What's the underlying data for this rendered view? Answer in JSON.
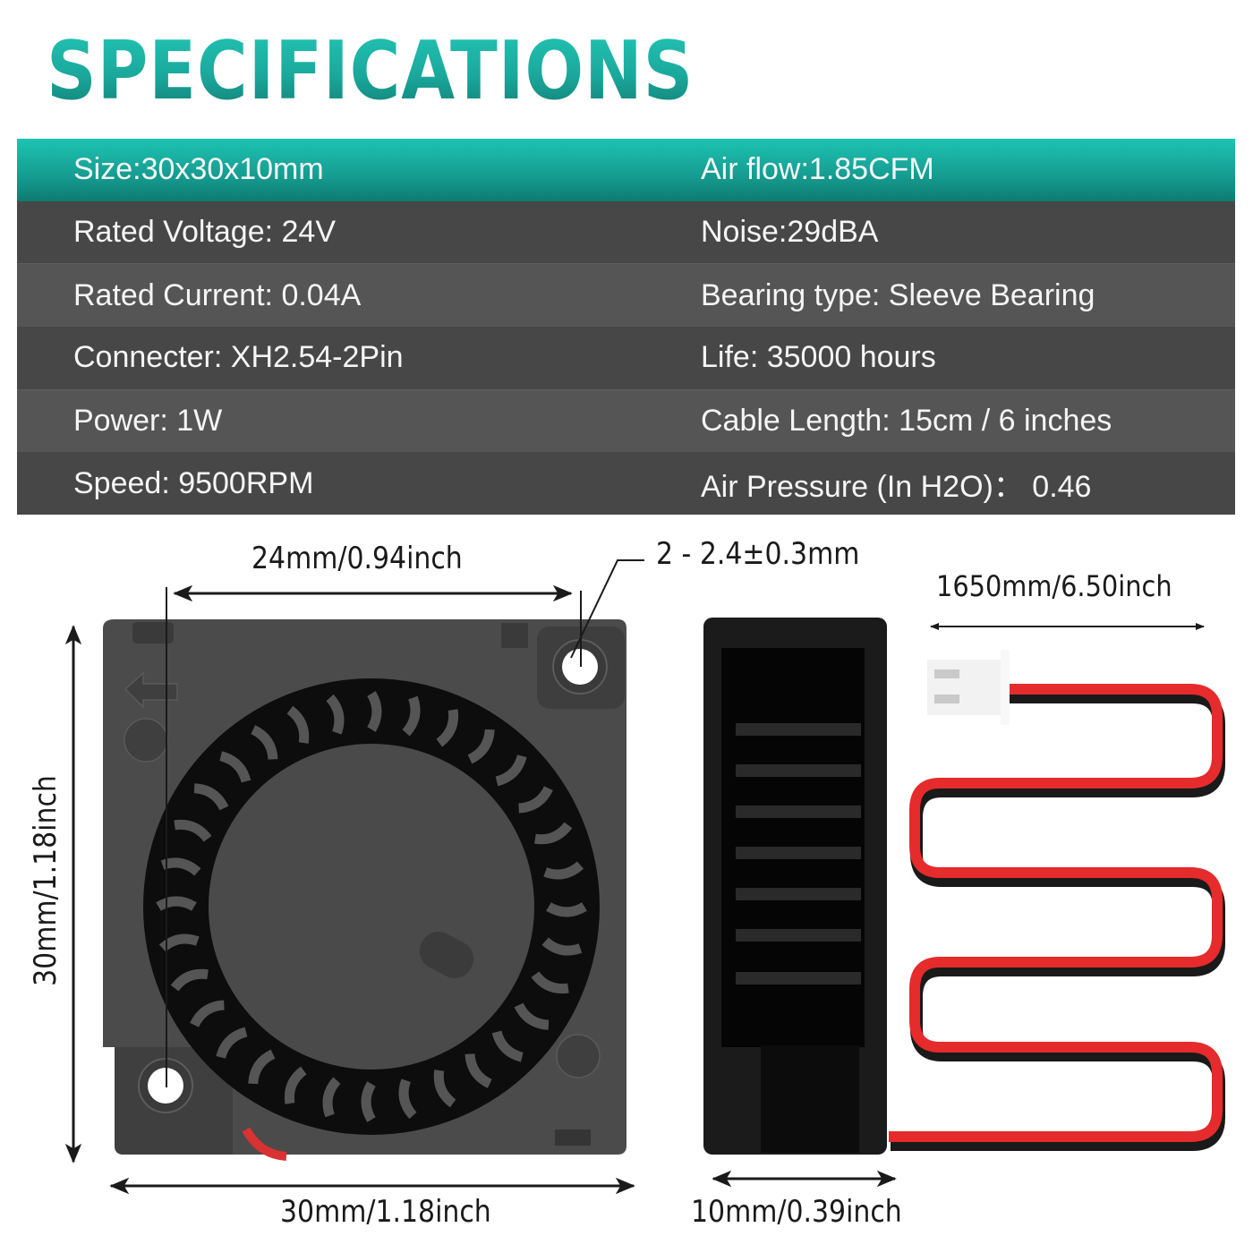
{
  "title": "SPECIFICATIONS",
  "colors": {
    "title_teal": "#1aa89b",
    "header_row_teal": "#159c90",
    "row_dark": "#474747",
    "row_light": "#555555",
    "text_light": "#f5f5f5",
    "fan_body": "#4a4a4a",
    "wire_red": "#e52b2b",
    "wire_black": "#1a1a1a"
  },
  "specs": {
    "rows": [
      {
        "left": "Size:30x30x10mm",
        "right": "Air flow:1.85CFM"
      },
      {
        "left": "Rated Voltage: 24V",
        "right": "Noise:29dBA"
      },
      {
        "left": "Rated Current: 0.04A",
        "right": "Bearing type: Sleeve Bearing"
      },
      {
        "left": "Connecter: XH2.54-2Pin",
        "right": "Life: 35000 hours"
      },
      {
        "left": "Power: 1W",
        "right": "Cable Length: 15cm / 6 inches"
      },
      {
        "left": "Speed: 9500RPM",
        "right": "Air Pressure (In H2O)： 0.46"
      }
    ]
  },
  "diagram": {
    "hole_spacing": "24mm/0.94inch",
    "hole_diameter": "2 - 2.4±0.3mm",
    "height": "30mm/1.18inch",
    "width": "30mm/1.18inch",
    "thickness": "10mm/0.39inch",
    "cable_length": "1650mm/6.50inch"
  }
}
